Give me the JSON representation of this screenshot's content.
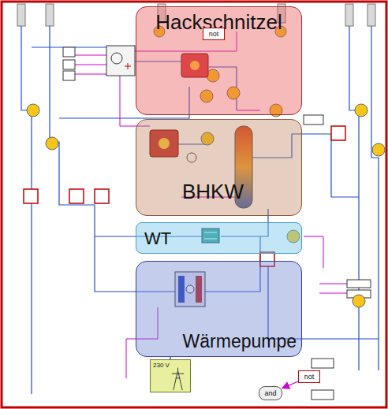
{
  "diagram": {
    "nodes": [
      {
        "text": [
          "Hackschnitzel"
        ]
      },
      {
        "text": [
          "BHKW"
        ]
      },
      {
        "text": [
          "WT"
        ]
      },
      {
        "text": [
          "Wärmepumpe"
        ]
      },
      {
        "text": [
          "not"
        ],
        "in": 0
      },
      {
        "text": [
          "not"
        ]
      },
      {
        "text": [
          "and"
        ]
      },
      {
        "text": [
          "230 V"
        ]
      }
    ],
    "edges": [
      {
        "from": 5,
        "to": 6,
        "arrow": "to"
      },
      {
        "from": 7,
        "to": 3,
        "arrow": "none"
      }
    ]
  }
}
